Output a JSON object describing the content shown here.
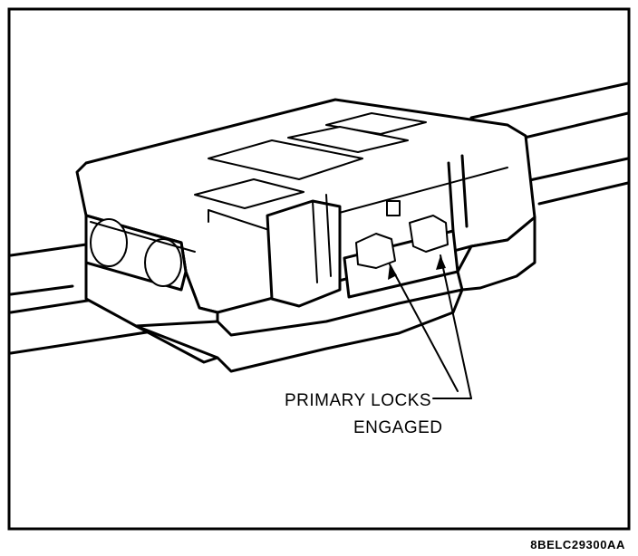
{
  "callout": {
    "line1": "PRIMARY LOCKS",
    "line2": "ENGAGED"
  },
  "figure_code": "8BELC29300AA",
  "colors": {
    "ink": "#000000",
    "paper": "#ffffff"
  }
}
